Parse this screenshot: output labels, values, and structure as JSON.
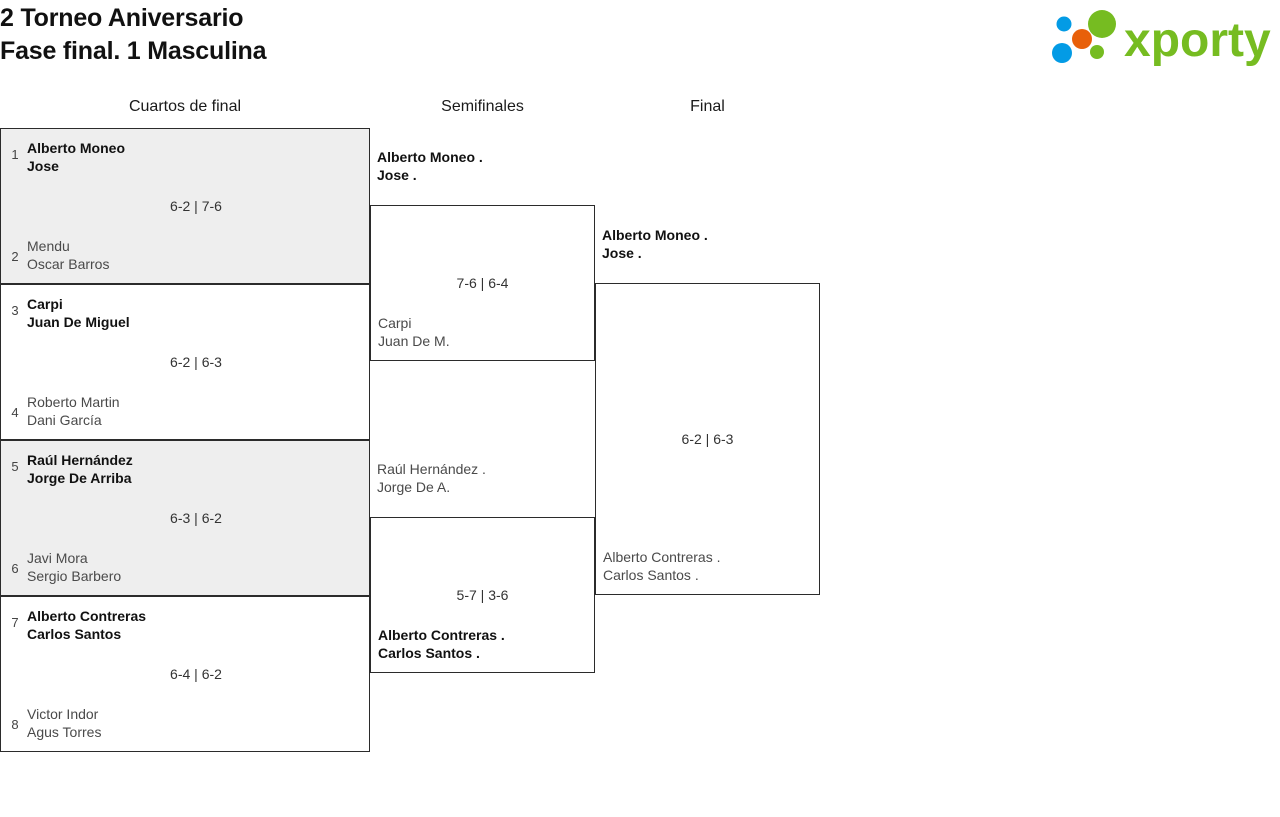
{
  "header": {
    "title_line1": "2 Torneo Aniversario",
    "title_line2": "Fase final. 1 Masculina",
    "logo_text": "xporty",
    "logo_colors": {
      "green": "#76bc21",
      "blue": "#039be5",
      "orange": "#e8600a"
    }
  },
  "rounds": [
    {
      "label": "Cuartos de final"
    },
    {
      "label": "Semifinales"
    },
    {
      "label": "Final"
    }
  ],
  "bracket": {
    "quarterfinals": [
      {
        "shaded": true,
        "score": "6-2 | 7-6",
        "top": {
          "seed": "1",
          "line1": "Alberto Moneo",
          "line2": "Jose",
          "winner": true
        },
        "bottom": {
          "seed": "2",
          "line1": "Mendu",
          "line2": "Oscar Barros",
          "winner": false
        }
      },
      {
        "shaded": false,
        "score": "6-2 | 6-3",
        "top": {
          "seed": "3",
          "line1": "Carpi",
          "line2": "Juan De Miguel",
          "winner": true
        },
        "bottom": {
          "seed": "4",
          "line1": "Roberto Martin",
          "line2": "Dani García",
          "winner": false
        }
      },
      {
        "shaded": true,
        "score": "6-3 | 6-2",
        "top": {
          "seed": "5",
          "line1": "Raúl Hernández",
          "line2": "Jorge De Arriba",
          "winner": true
        },
        "bottom": {
          "seed": "6",
          "line1": "Javi Mora",
          "line2": "Sergio Barbero",
          "winner": false
        }
      },
      {
        "shaded": false,
        "score": "6-4 | 6-2",
        "top": {
          "seed": "7",
          "line1": "Alberto Contreras",
          "line2": "Carlos Santos",
          "winner": true
        },
        "bottom": {
          "seed": "8",
          "line1": "Victor Indor",
          "line2": "Agus Torres",
          "winner": false
        }
      }
    ],
    "semifinals": [
      {
        "score": "7-6 | 6-4",
        "top": {
          "line1": "Alberto Moneo .",
          "line2": "Jose .",
          "winner": true
        },
        "bottom": {
          "line1": "Carpi",
          "line2": "Juan De M.",
          "winner": false
        }
      },
      {
        "score": "5-7 | 3-6",
        "top": {
          "line1": "Raúl Hernández .",
          "line2": "Jorge De A.",
          "winner": false
        },
        "bottom": {
          "line1": "Alberto Contreras .",
          "line2": "Carlos Santos .",
          "winner": true
        }
      }
    ],
    "final": {
      "score": "6-2 | 6-3",
      "top": {
        "line1": "Alberto Moneo .",
        "line2": "Jose .",
        "winner": true
      },
      "bottom": {
        "line1": "Alberto Contreras .",
        "line2": "Carlos Santos .",
        "winner": false
      }
    }
  }
}
